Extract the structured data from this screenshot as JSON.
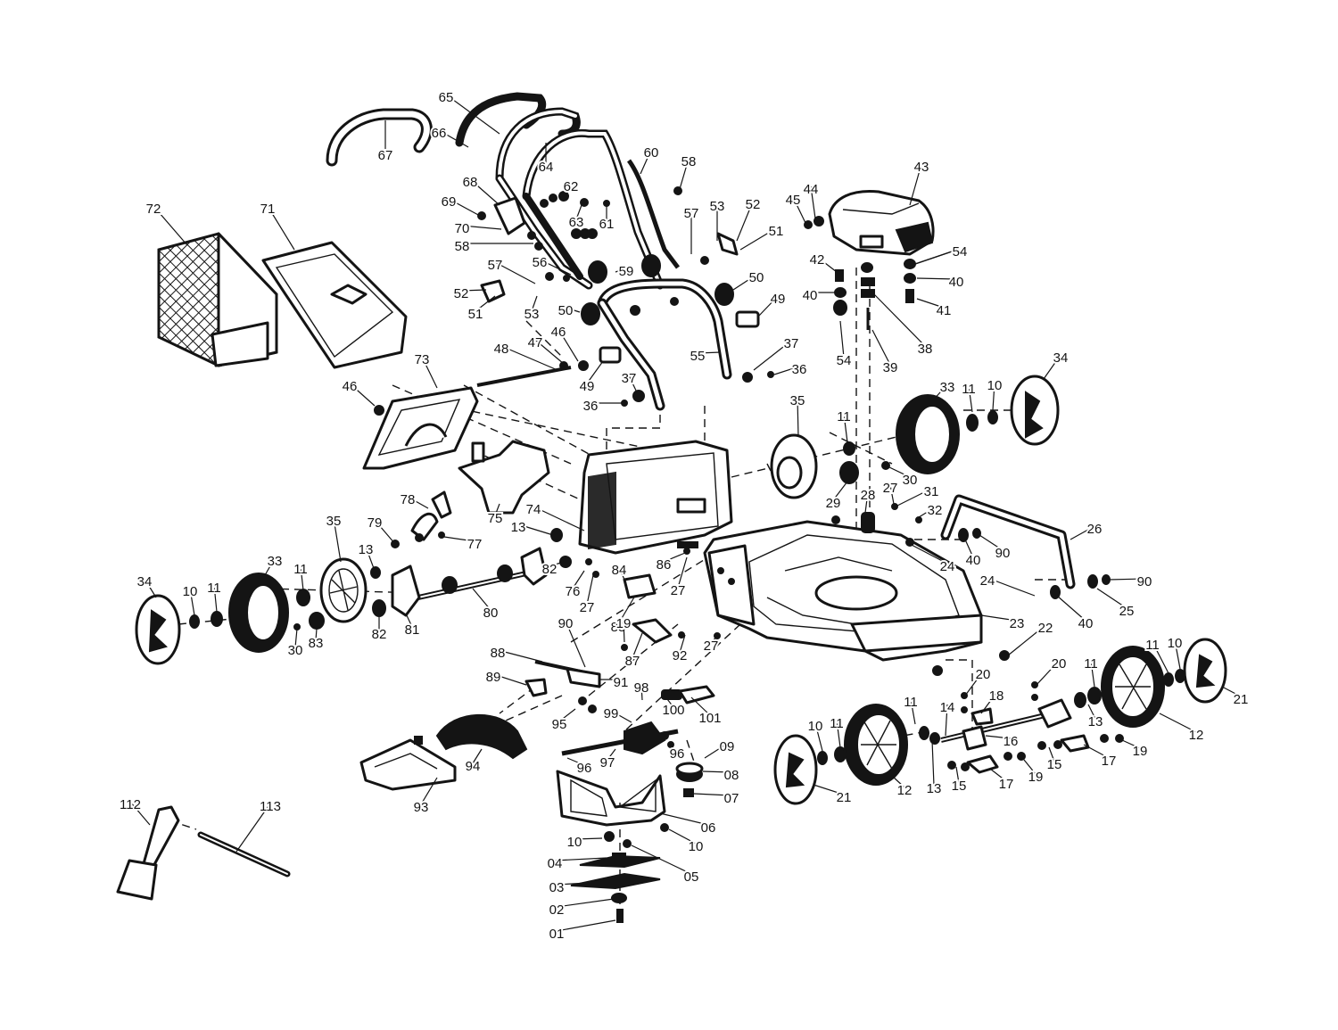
{
  "callouts": [
    {
      "id": "c65",
      "text": "65"
    },
    {
      "id": "c66",
      "text": "66"
    },
    {
      "id": "c67",
      "text": "67"
    },
    {
      "id": "c64",
      "text": "64"
    },
    {
      "id": "c60",
      "text": "60"
    },
    {
      "id": "c58a",
      "text": "58"
    },
    {
      "id": "c62",
      "text": "62"
    },
    {
      "id": "c68",
      "text": "68"
    },
    {
      "id": "c69",
      "text": "69"
    },
    {
      "id": "c70",
      "text": "70"
    },
    {
      "id": "c63",
      "text": "63"
    },
    {
      "id": "c61",
      "text": "61"
    },
    {
      "id": "c58b",
      "text": "58"
    },
    {
      "id": "c57a",
      "text": "57"
    },
    {
      "id": "c53a",
      "text": "53"
    },
    {
      "id": "c52a",
      "text": "52"
    },
    {
      "id": "c51a",
      "text": "51"
    },
    {
      "id": "c45",
      "text": "45"
    },
    {
      "id": "c44",
      "text": "44"
    },
    {
      "id": "c43",
      "text": "43"
    },
    {
      "id": "c72",
      "text": "72"
    },
    {
      "id": "c71",
      "text": "71"
    },
    {
      "id": "c57b",
      "text": "57"
    },
    {
      "id": "c56",
      "text": "56"
    },
    {
      "id": "c59",
      "text": "59"
    },
    {
      "id": "c52b",
      "text": "52"
    },
    {
      "id": "c51b",
      "text": "51"
    },
    {
      "id": "c53b",
      "text": "53"
    },
    {
      "id": "c50a",
      "text": "50"
    },
    {
      "id": "c54a",
      "text": "54"
    },
    {
      "id": "c42",
      "text": "42"
    },
    {
      "id": "c54b",
      "text": "54"
    },
    {
      "id": "c40a",
      "text": "40"
    },
    {
      "id": "c40b",
      "text": "40"
    },
    {
      "id": "c41",
      "text": "41"
    },
    {
      "id": "c50b",
      "text": "50"
    },
    {
      "id": "c49a",
      "text": "49"
    },
    {
      "id": "c38",
      "text": "38"
    },
    {
      "id": "c54c",
      "text": "54"
    },
    {
      "id": "c39",
      "text": "39"
    },
    {
      "id": "c48",
      "text": "48"
    },
    {
      "id": "c47",
      "text": "47"
    },
    {
      "id": "c46a",
      "text": "46"
    },
    {
      "id": "c37a",
      "text": "37"
    },
    {
      "id": "c55",
      "text": "55"
    },
    {
      "id": "c73",
      "text": "73"
    },
    {
      "id": "c49b",
      "text": "49"
    },
    {
      "id": "c36a",
      "text": "36"
    },
    {
      "id": "c34a",
      "text": "34"
    },
    {
      "id": "c46b",
      "text": "46"
    },
    {
      "id": "c37b",
      "text": "37"
    },
    {
      "id": "c36b",
      "text": "36"
    },
    {
      "id": "c33a",
      "text": "33"
    },
    {
      "id": "c11a",
      "text": "11"
    },
    {
      "id": "c10a",
      "text": "10"
    },
    {
      "id": "c35a",
      "text": "35"
    },
    {
      "id": "c11b",
      "text": "11"
    },
    {
      "id": "c30a",
      "text": "30"
    },
    {
      "id": "c29",
      "text": "29"
    },
    {
      "id": "c28",
      "text": "28"
    },
    {
      "id": "c27a",
      "text": "27"
    },
    {
      "id": "c31",
      "text": "31"
    },
    {
      "id": "c32",
      "text": "32"
    },
    {
      "id": "c78",
      "text": "78"
    },
    {
      "id": "c75",
      "text": "75"
    },
    {
      "id": "c74",
      "text": "74"
    },
    {
      "id": "c79",
      "text": "79"
    },
    {
      "id": "c77",
      "text": "77"
    },
    {
      "id": "c13a",
      "text": "13"
    },
    {
      "id": "c26",
      "text": "26"
    },
    {
      "id": "c35b",
      "text": "35"
    },
    {
      "id": "c33b",
      "text": "33"
    },
    {
      "id": "c13b",
      "text": "13"
    },
    {
      "id": "c11c",
      "text": "11"
    },
    {
      "id": "c84",
      "text": "84"
    },
    {
      "id": "c86",
      "text": "86"
    },
    {
      "id": "c24a",
      "text": "24"
    },
    {
      "id": "c40c",
      "text": "40"
    },
    {
      "id": "c90a",
      "text": "90"
    },
    {
      "id": "c34b",
      "text": "34"
    },
    {
      "id": "c10b",
      "text": "10"
    },
    {
      "id": "c11d",
      "text": "11"
    },
    {
      "id": "c82a",
      "text": "82"
    },
    {
      "id": "c76",
      "text": "76"
    },
    {
      "id": "c27b",
      "text": "27"
    },
    {
      "id": "c27c",
      "text": "27"
    },
    {
      "id": "c80",
      "text": "80"
    },
    {
      "id": "c24b",
      "text": "24"
    },
    {
      "id": "c90b",
      "text": "90"
    },
    {
      "id": "c25",
      "text": "25"
    },
    {
      "id": "c40d",
      "text": "40"
    },
    {
      "id": "c82b",
      "text": "82"
    },
    {
      "id": "c81",
      "text": "81"
    },
    {
      "id": "c85",
      "text": "85"
    },
    {
      "id": "c23",
      "text": "23"
    },
    {
      "id": "c30b",
      "text": "30"
    },
    {
      "id": "c83",
      "text": "83"
    },
    {
      "id": "c19a",
      "text": "19"
    },
    {
      "id": "c90c",
      "text": "90"
    },
    {
      "id": "c22",
      "text": "22"
    },
    {
      "id": "c27d",
      "text": "27"
    },
    {
      "id": "c87",
      "text": "87"
    },
    {
      "id": "c92",
      "text": "92"
    },
    {
      "id": "c88",
      "text": "88"
    },
    {
      "id": "c20a",
      "text": "20"
    },
    {
      "id": "c20b",
      "text": "20"
    },
    {
      "id": "c18",
      "text": "18"
    },
    {
      "id": "c11e",
      "text": "11"
    },
    {
      "id": "c11f",
      "text": "11"
    },
    {
      "id": "c10c",
      "text": "10"
    },
    {
      "id": "c89",
      "text": "89"
    },
    {
      "id": "c91",
      "text": "91"
    },
    {
      "id": "c98",
      "text": "98"
    },
    {
      "id": "c21a",
      "text": "21"
    },
    {
      "id": "c100",
      "text": "100"
    },
    {
      "id": "c101",
      "text": "101"
    },
    {
      "id": "c99",
      "text": "99"
    },
    {
      "id": "c95",
      "text": "95"
    },
    {
      "id": "c14",
      "text": "14"
    },
    {
      "id": "c13c",
      "text": "13"
    },
    {
      "id": "c11g",
      "text": "11"
    },
    {
      "id": "c16",
      "text": "16"
    },
    {
      "id": "c12a",
      "text": "12"
    },
    {
      "id": "c10d",
      "text": "10"
    },
    {
      "id": "c11h",
      "text": "11"
    },
    {
      "id": "c96a",
      "text": "96"
    },
    {
      "id": "c09",
      "text": "09"
    },
    {
      "id": "c17a",
      "text": "17"
    },
    {
      "id": "c19b",
      "text": "19"
    },
    {
      "id": "c15a",
      "text": "15"
    },
    {
      "id": "c94",
      "text": "94"
    },
    {
      "id": "c97",
      "text": "97"
    },
    {
      "id": "c96b",
      "text": "96"
    },
    {
      "id": "c08",
      "text": "08"
    },
    {
      "id": "c13d",
      "text": "13"
    },
    {
      "id": "c15b",
      "text": "15"
    },
    {
      "id": "c17b",
      "text": "17"
    },
    {
      "id": "c19c",
      "text": "19"
    },
    {
      "id": "c07",
      "text": "07"
    },
    {
      "id": "c12b",
      "text": "12"
    },
    {
      "id": "c21b",
      "text": "21"
    },
    {
      "id": "c93",
      "text": "93"
    },
    {
      "id": "c112",
      "text": "112"
    },
    {
      "id": "c113",
      "text": "113"
    },
    {
      "id": "c06",
      "text": "06"
    },
    {
      "id": "c10e",
      "text": "10"
    },
    {
      "id": "c10f",
      "text": "10"
    },
    {
      "id": "c04",
      "text": "04"
    },
    {
      "id": "c05",
      "text": "05"
    },
    {
      "id": "c03",
      "text": "03"
    },
    {
      "id": "c02",
      "text": "02"
    },
    {
      "id": "c01",
      "text": "01"
    }
  ]
}
